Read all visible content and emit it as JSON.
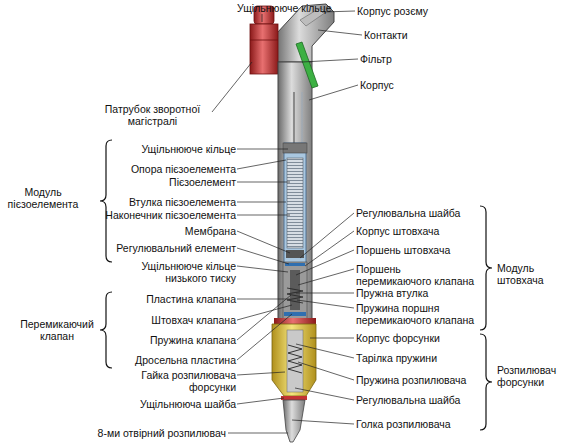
{
  "diagram": {
    "labels": [
      "Ущільнююче кільце",
      "Корпус розєму",
      "Контакти",
      "Фільтр",
      "Корпус",
      "Патрубок зворотної магістралі",
      "Модуль пієзоелемента",
      "Ущільнююче кільце",
      "Опора пієзоелемента",
      "Пієзоелемент",
      "Втулка пієзоелемента",
      "Наконечник пієзоелемента",
      "Мембрана",
      "Регулювальний елемент",
      "Ущільнююче кільце низького тиску",
      "Перемикаючий клапан",
      "Пластина клапана",
      "Штовхач клапана",
      "Пружина клапана",
      "Дросельна пластина",
      "Гайка розпилювача форсунки",
      "Ущільнююча шайба",
      "8-ми отвірний розпилювач",
      "Регулювальна шайба",
      "Корпус штовхача",
      "Поршень штовхача",
      "Поршень перемикаючого клапана",
      "Пружна втулка",
      "Пружина поршня перемикаючого клапана",
      "Модуль штовхача",
      "Корпус форсунки",
      "Тарілка пружини",
      "Пружина розпилювача",
      "Регулювальна шайба",
      "Голка розпилювача",
      "Розпилювач форсунки"
    ]
  }
}
